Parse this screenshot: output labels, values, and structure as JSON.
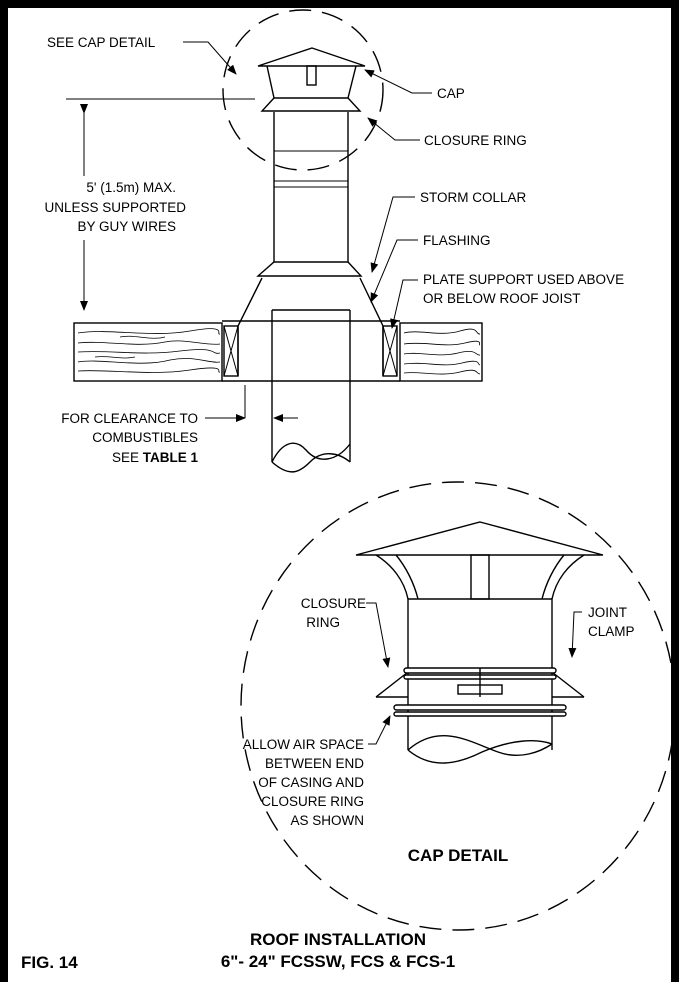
{
  "labels": {
    "see_cap_detail": "SEE CAP DETAIL",
    "cap": "CAP",
    "closure_ring": "CLOSURE RING",
    "max_height_1": "5' (1.5m) MAX.",
    "max_height_2": "UNLESS SUPPORTED",
    "max_height_3": "BY GUY WIRES",
    "storm_collar": "STORM COLLAR",
    "flashing": "FLASHING",
    "plate_support_1": "PLATE SUPPORT USED ABOVE",
    "plate_support_2": "OR BELOW ROOF JOIST",
    "clearance_1": "FOR CLEARANCE TO",
    "clearance_2": "COMBUSTIBLES",
    "clearance_3_prefix": "SEE ",
    "clearance_3_bold": "TABLE 1"
  },
  "detail": {
    "closure_ring_1": "CLOSURE",
    "closure_ring_2": "RING",
    "joint_clamp_1": "JOINT",
    "joint_clamp_2": "CLAMP",
    "air_space_1": "ALLOW AIR SPACE",
    "air_space_2": "BETWEEN END",
    "air_space_3": "OF CASING AND",
    "air_space_4": "CLOSURE RING",
    "air_space_5": "AS SHOWN",
    "title": "CAP DETAIL"
  },
  "footer": {
    "fig_label": "FIG. 14",
    "title_line1": "ROOF INSTALLATION",
    "title_line2": "6\"- 24\" FCSSW, FCS & FCS-1"
  }
}
